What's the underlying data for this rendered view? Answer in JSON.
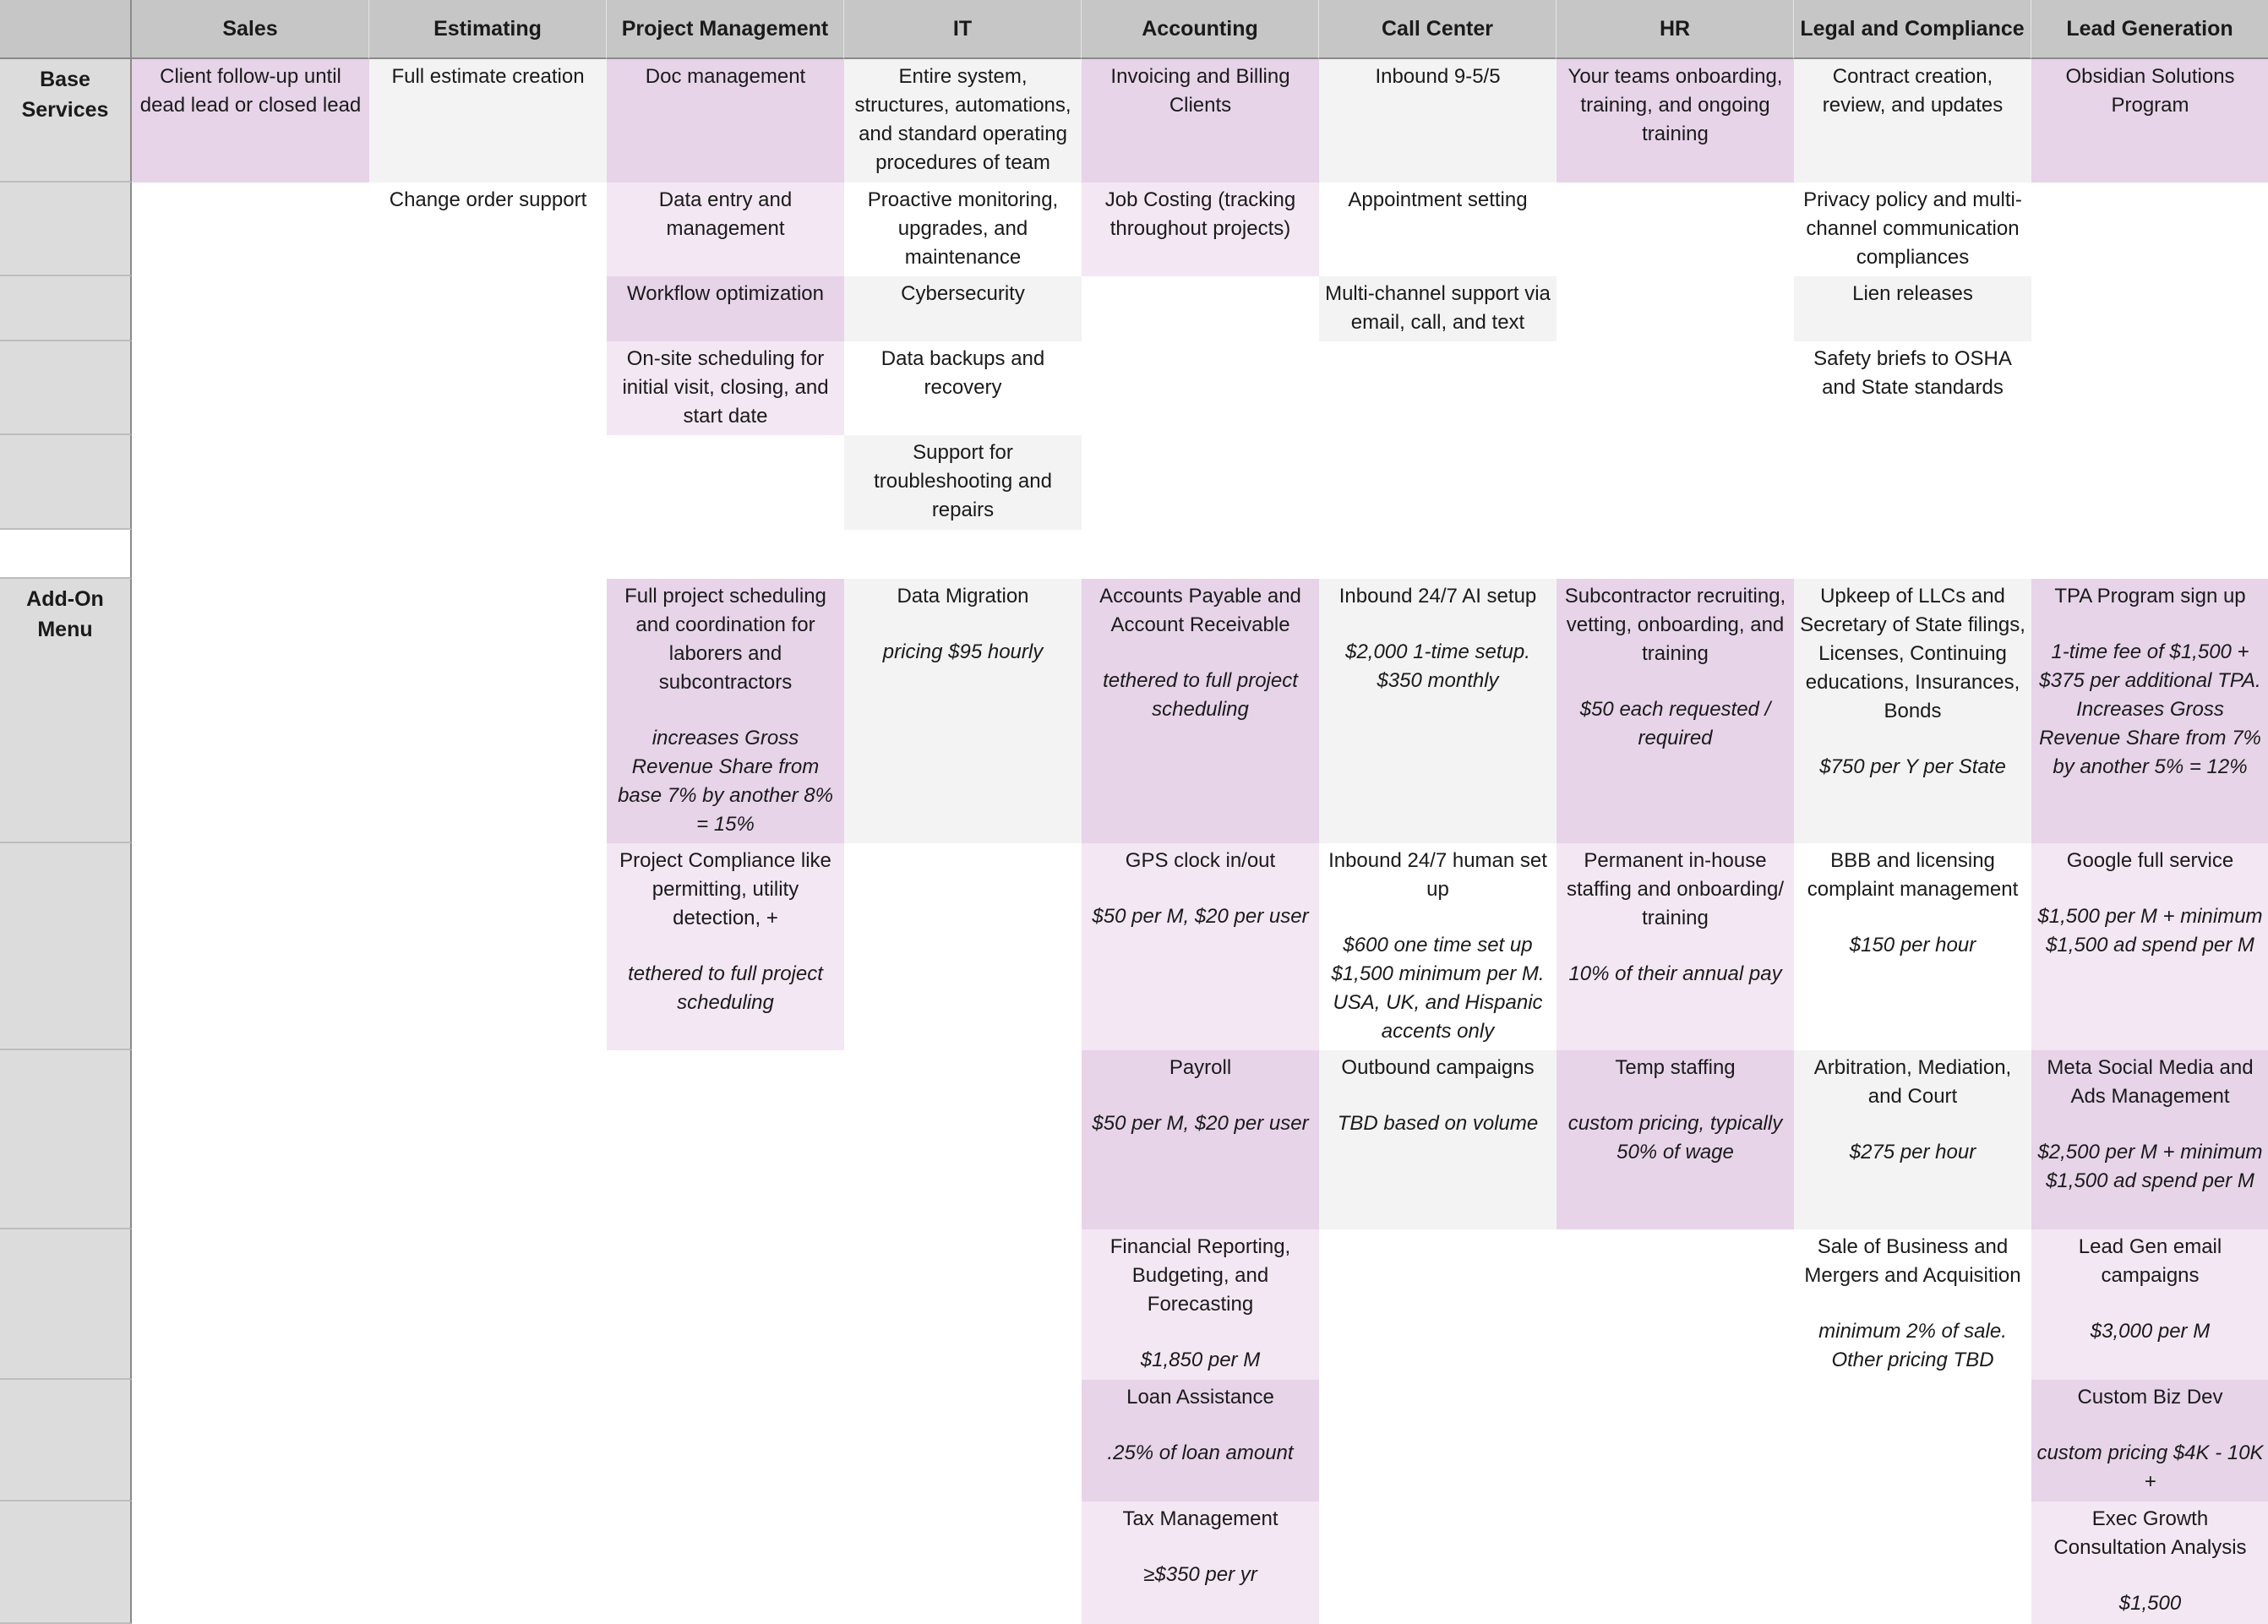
{
  "columns": [
    "Sales",
    "Estimating",
    "Project Management",
    "IT",
    "Accounting",
    "Call Center",
    "HR",
    "Legal and Compliance",
    "Lead Generation"
  ],
  "sections": {
    "base": "Base Services",
    "addon": "Add-On Menu"
  },
  "colors": {
    "dark": "#e7d4e9",
    "light": "#f3e7f4",
    "gray": "#f3f3f3",
    "header": "#c6c6c6"
  },
  "rows": [
    {
      "section": "base",
      "cells": [
        {
          "bg": "dark",
          "title": "Client follow-up until dead lead or closed lead"
        },
        {
          "bg": "gray",
          "title": "Full estimate creation"
        },
        {
          "bg": "dark",
          "title": "Doc management"
        },
        {
          "bg": "gray",
          "title": "Entire system, structures, automations, and standard operating procedures of team"
        },
        {
          "bg": "dark",
          "title": "Invoicing and Billing Clients"
        },
        {
          "bg": "gray",
          "title": "Inbound 9-5/5"
        },
        {
          "bg": "dark",
          "title": "Your teams onboarding, training, and ongoing training"
        },
        {
          "bg": "gray",
          "title": "Contract creation, review, and updates"
        },
        {
          "bg": "dark",
          "title": "Obsidian Solutions Program"
        }
      ]
    },
    {
      "cells": [
        null,
        {
          "bg": "white",
          "title": "Change order support"
        },
        {
          "bg": "light",
          "title": "Data entry and management"
        },
        {
          "bg": "white",
          "title": "Proactive monitoring, upgrades, and maintenance"
        },
        {
          "bg": "light",
          "title": "Job Costing (tracking throughout projects)"
        },
        {
          "bg": "white",
          "title": "Appointment setting"
        },
        null,
        {
          "bg": "white",
          "title": "Privacy policy and multi-channel communication compliances"
        },
        null
      ]
    },
    {
      "cells": [
        null,
        null,
        {
          "bg": "dark",
          "title": "Workflow optimization"
        },
        {
          "bg": "gray",
          "title": "Cybersecurity"
        },
        null,
        {
          "bg": "gray",
          "title": "Multi-channel support via email, call, and text"
        },
        null,
        {
          "bg": "gray",
          "title": "Lien releases"
        },
        null
      ]
    },
    {
      "cells": [
        null,
        null,
        {
          "bg": "light",
          "title": "On-site scheduling for initial visit, closing, and start date"
        },
        {
          "bg": "white",
          "title": "Data backups and recovery"
        },
        null,
        null,
        null,
        {
          "bg": "white",
          "title": "Safety briefs to OSHA and State standards"
        },
        null
      ]
    },
    {
      "cells": [
        null,
        null,
        null,
        {
          "bg": "gray",
          "title": "Support for troubleshooting and repairs"
        },
        null,
        null,
        null,
        null,
        null
      ]
    },
    {
      "section": "blank",
      "cells": [
        null,
        null,
        null,
        null,
        null,
        null,
        null,
        null,
        null
      ]
    },
    {
      "section": "addon",
      "cells": [
        null,
        null,
        {
          "bg": "dark",
          "title": "Full project scheduling and coordination for laborers and subcontractors",
          "note": "increases Gross Revenue Share from base 7% by another 8% = 15%"
        },
        {
          "bg": "gray",
          "title": "Data Migration",
          "note": "pricing $95 hourly"
        },
        {
          "bg": "dark",
          "title": "Accounts Payable and Account Receivable",
          "note": "tethered to full project scheduling"
        },
        {
          "bg": "gray",
          "title": "Inbound 24/7 AI setup",
          "note": "$2,000 1-time setup. $350 monthly"
        },
        {
          "bg": "dark",
          "title": "Subcontractor recruiting, vetting, onboarding, and training",
          "note": "$50 each requested / required"
        },
        {
          "bg": "gray",
          "title": "Upkeep of LLCs and Secretary of State filings, Licenses, Continuing educations, Insurances, Bonds",
          "note": "$750 per Y per State"
        },
        {
          "bg": "dark",
          "title": "TPA Program sign up",
          "note": "1-time fee of $1,500 + $375 per additional TPA. Increases Gross Revenue Share from 7% by another 5% = 12%"
        }
      ]
    },
    {
      "cells": [
        null,
        null,
        {
          "bg": "light",
          "title": "Project Compliance like permitting, utility detection, +",
          "note": "tethered to full project scheduling"
        },
        null,
        {
          "bg": "light",
          "title": "GPS clock in/out",
          "note": "$50 per M, $20 per user"
        },
        {
          "bg": "white",
          "title": "Inbound 24/7 human set up",
          "note": "$600 one time set up $1,500 minimum per M. USA, UK, and Hispanic accents only"
        },
        {
          "bg": "light",
          "title": "Permanent in-house staffing and onboarding/ training",
          "note": "10% of their annual pay"
        },
        {
          "bg": "white",
          "title": "BBB and licensing complaint management",
          "note": "$150 per hour"
        },
        {
          "bg": "light",
          "title": "Google full service",
          "note": "$1,500 per M + minimum $1,500 ad spend per M"
        }
      ]
    },
    {
      "cells": [
        null,
        null,
        null,
        null,
        {
          "bg": "dark",
          "title": "Payroll",
          "note": "$50 per M, $20 per user"
        },
        {
          "bg": "gray",
          "title": "Outbound campaigns",
          "note": "TBD based on volume"
        },
        {
          "bg": "dark",
          "title": "Temp staffing",
          "note": "custom pricing, typically 50% of wage"
        },
        {
          "bg": "gray",
          "title": "Arbitration, Mediation, and Court",
          "note": "$275 per hour"
        },
        {
          "bg": "dark",
          "title": "Meta Social Media and Ads Management",
          "note": "$2,500 per M + minimum $1,500 ad spend per M"
        }
      ]
    },
    {
      "cells": [
        null,
        null,
        null,
        null,
        {
          "bg": "light",
          "title": "Financial Reporting, Budgeting, and Forecasting",
          "note": "$1,850 per M"
        },
        null,
        null,
        {
          "bg": "white",
          "title": "Sale of Business and Mergers and Acquisition",
          "note": "minimum 2% of sale. Other pricing TBD"
        },
        {
          "bg": "light",
          "title": "Lead Gen email campaigns",
          "note": "$3,000 per M"
        }
      ]
    },
    {
      "cells": [
        null,
        null,
        null,
        null,
        {
          "bg": "dark",
          "title": "Loan Assistance",
          "note": ".25% of loan amount"
        },
        null,
        null,
        null,
        {
          "bg": "dark",
          "title": "Custom Biz Dev",
          "note": "custom pricing $4K - 10K +"
        }
      ]
    },
    {
      "cells": [
        null,
        null,
        null,
        null,
        {
          "bg": "light",
          "title": "Tax Management",
          "note": "≥$350 per yr"
        },
        null,
        null,
        null,
        {
          "bg": "light",
          "title": "Exec Growth Consultation Analysis",
          "note": "$1,500"
        }
      ]
    }
  ]
}
